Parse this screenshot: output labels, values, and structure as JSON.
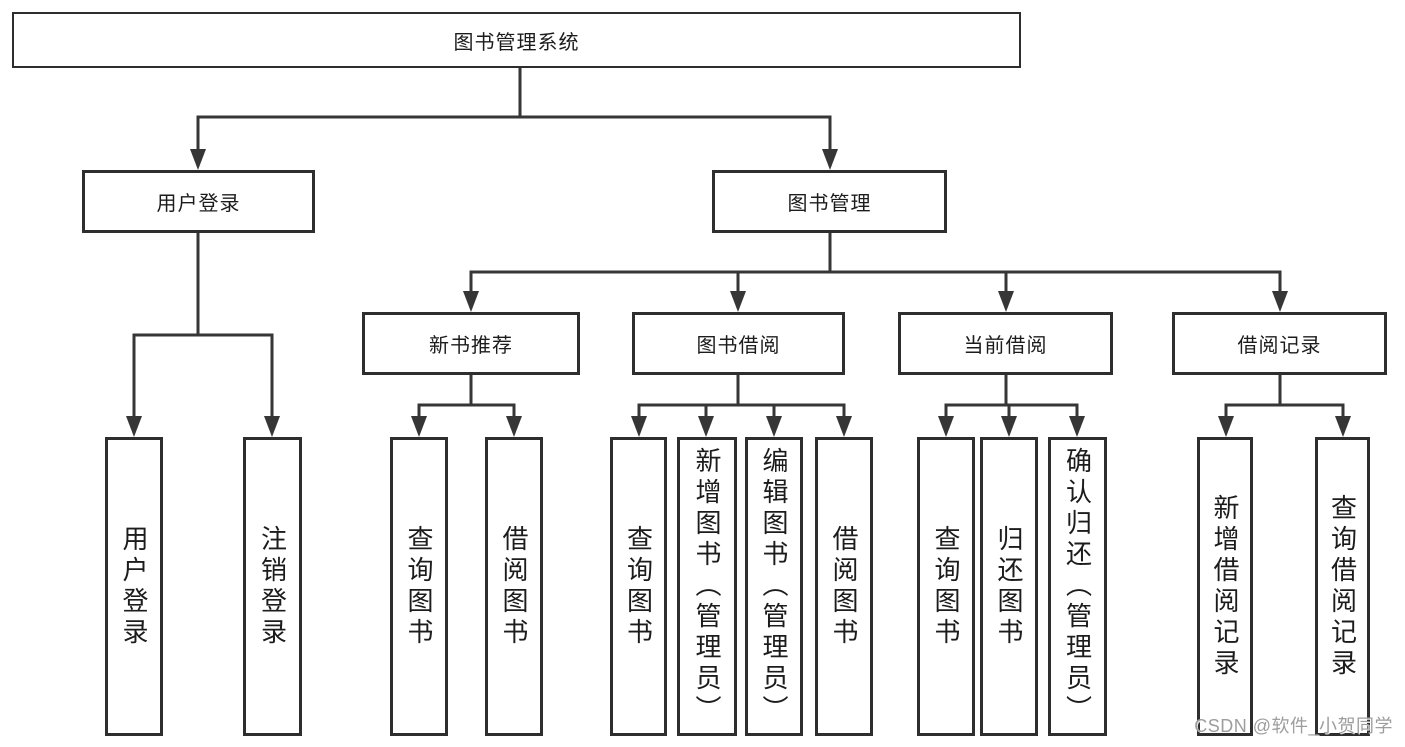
{
  "diagram_type": "hierarchy",
  "tree": {
    "root": {
      "label": "图书管理系统",
      "children": [
        {
          "label": "用户登录",
          "children": [
            {
              "label": "用户登录"
            },
            {
              "label": "注销登录"
            }
          ]
        },
        {
          "label": "图书管理",
          "children": [
            {
              "label": "新书推荐",
              "children": [
                {
                  "label": "查询图书"
                },
                {
                  "label": "借阅图书"
                }
              ]
            },
            {
              "label": "图书借阅",
              "children": [
                {
                  "label": "查询图书"
                },
                {
                  "label": "新增图书（管理员）"
                },
                {
                  "label": "编辑图书（管理员）"
                },
                {
                  "label": "借阅图书"
                }
              ]
            },
            {
              "label": "当前借阅",
              "children": [
                {
                  "label": "查询图书"
                },
                {
                  "label": "归还图书"
                },
                {
                  "label": "确认归还（管理员）"
                }
              ]
            },
            {
              "label": "借阅记录",
              "children": [
                {
                  "label": "新增借阅记录"
                },
                {
                  "label": "查询借阅记录"
                }
              ]
            }
          ]
        }
      ]
    }
  },
  "watermark": {
    "text": "CSDN @软件_小贺同学",
    "color": "#9d9d9d"
  },
  "colors": {
    "line": "#363636",
    "box_border": "#2e2e2e",
    "box_fill": "#ffffff",
    "text": "#1c1c1c",
    "background": "#ffffff"
  }
}
